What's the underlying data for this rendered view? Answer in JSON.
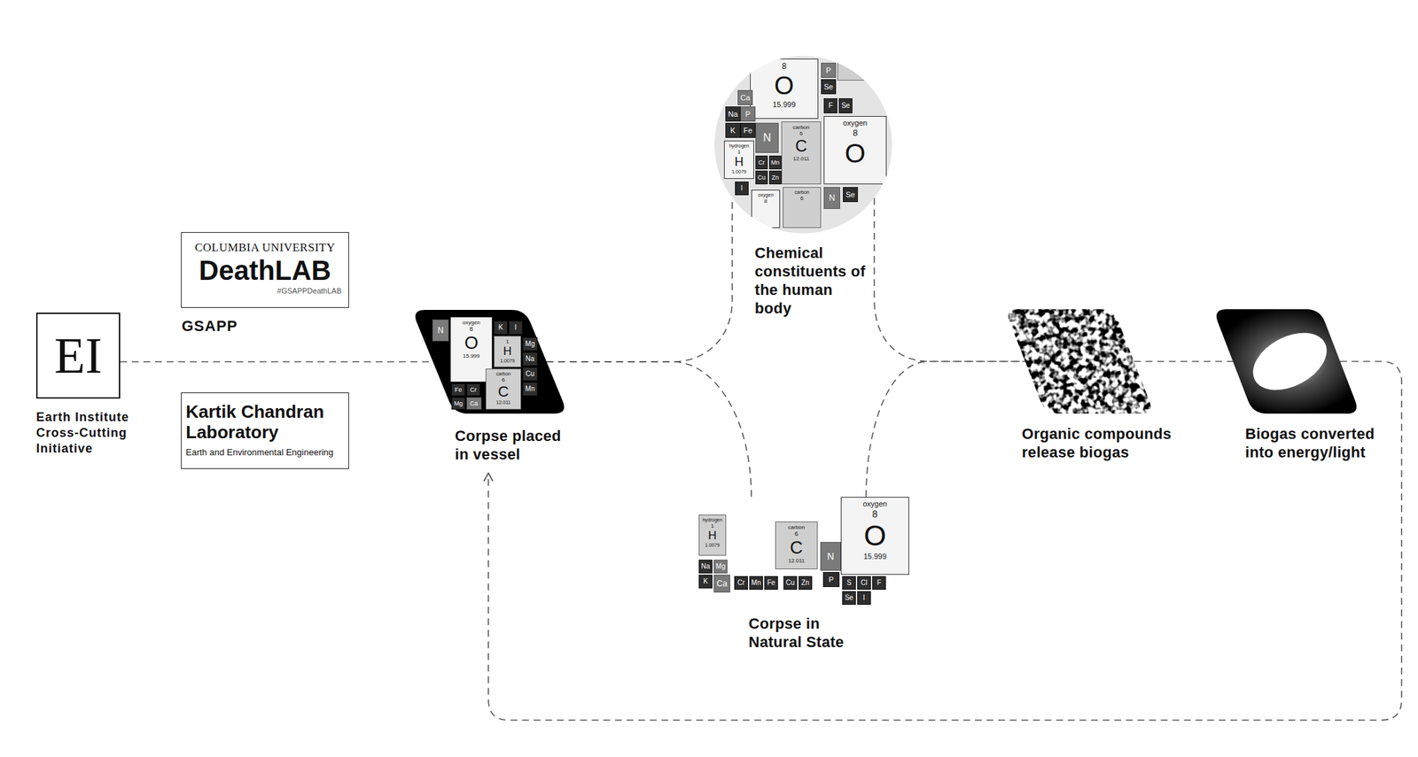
{
  "diagram": {
    "nodes": [
      {
        "text": [
          "EI",
          "Earth Institute Cross-Cutting Initiative"
        ]
      },
      {
        "text": [
          "COLUMBIA UNIVERSITY",
          "DeathLAB",
          "#GSAPPDeathLAB",
          "GSAPP"
        ]
      },
      {
        "text": [
          "Kartik Chandran Laboratory",
          "Earth and Environmental Engineering"
        ]
      },
      {
        "text": [
          "Corpse placed in vessel"
        ]
      },
      {
        "text": [
          "Chemical constituents of the human body"
        ]
      },
      {
        "text": [
          "Corpse in Natural State"
        ]
      },
      {
        "text": [
          "Organic compounds release biogas"
        ]
      },
      {
        "text": [
          "Biogas converted into energy/light"
        ]
      }
    ],
    "edges": [
      {
        "from": 0,
        "to": 3,
        "arrow": "none"
      },
      {
        "from": 3,
        "to": 4,
        "arrow": "none"
      },
      {
        "from": 3,
        "to": 5,
        "arrow": "none"
      },
      {
        "from": 4,
        "to": 6,
        "arrow": "none"
      },
      {
        "from": 5,
        "to": 6,
        "arrow": "none"
      },
      {
        "from": 6,
        "to": 7,
        "arrow": "none"
      },
      {
        "from": 7,
        "to": 3,
        "arrow": "to"
      }
    ],
    "labels": [
      "N",
      "oxygen",
      "8",
      "O",
      "15.999",
      "K",
      "I",
      "1",
      "H",
      "1.0079",
      "Mg",
      "carbon",
      "6",
      "C",
      "12.011",
      "Na",
      "Fe",
      "Cr",
      "Mg",
      "Ca",
      "Cu",
      "Mn",
      "8",
      "O",
      "15.999",
      "P",
      "Se",
      "Ca",
      "Na",
      "P",
      "K",
      "Fe",
      "F",
      "Se",
      "oxygen",
      "8",
      "O",
      "N",
      "carbon",
      "6",
      "C",
      "12.011",
      "hydrogen",
      "1",
      "H",
      "1.0079",
      "Cr",
      "Mn",
      "Cu",
      "Zn",
      "I",
      "oxygen",
      "8",
      "carbon",
      "6",
      "N",
      "Se",
      "hydrogen",
      "1",
      "H",
      "1.0079",
      "Na",
      "Mg",
      "K",
      "Ca",
      "Cr",
      "Mn",
      "Fe",
      "carbon",
      "6",
      "C",
      "12.011",
      "Cu",
      "Zn",
      "N",
      "P",
      "oxygen",
      "8",
      "O",
      "15.999",
      "S",
      "Cl",
      "F",
      "Se",
      "I"
    ]
  }
}
